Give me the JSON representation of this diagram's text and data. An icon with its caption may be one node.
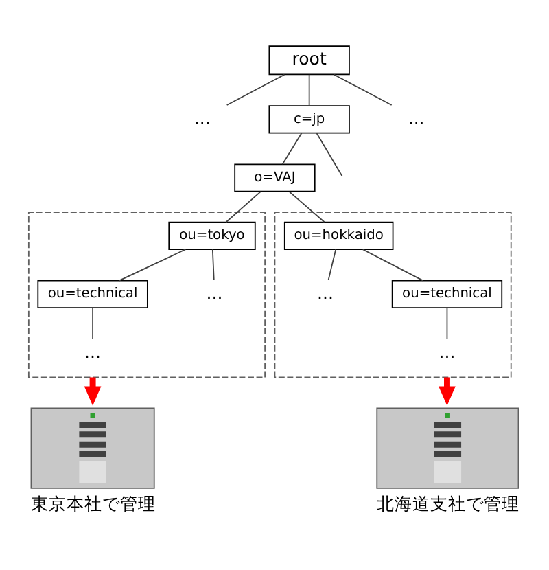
{
  "diagram": {
    "nodes": [
      {
        "text": [
          "root"
        ]
      },
      {
        "text": [
          "..."
        ]
      },
      {
        "text": [
          "c=jp"
        ]
      },
      {
        "text": [
          "..."
        ]
      },
      {
        "text": [
          "o=VAJ"
        ]
      },
      {
        "text": [],
        "shape": "box"
      },
      {
        "text": [
          "ou=tokyo"
        ],
        "in": 5
      },
      {
        "text": [
          "ou=technical"
        ],
        "in": 5
      },
      {
        "text": [
          "..."
        ],
        "in": 5
      },
      {
        "text": [
          "..."
        ],
        "in": 5
      },
      {
        "text": [],
        "shape": "box"
      },
      {
        "text": [
          "ou=hokkaido"
        ],
        "in": 10
      },
      {
        "text": [
          "..."
        ],
        "in": 10
      },
      {
        "text": [
          "ou=technical"
        ],
        "in": 10
      },
      {
        "text": [
          "..."
        ],
        "in": 10
      },
      {
        "text": [],
        "shape": "picture",
        "beside": [
          "東京本社で管理"
        ]
      },
      {
        "text": [],
        "shape": "picture",
        "beside": [
          "北海道支社で管理"
        ]
      }
    ],
    "edges": [
      {
        "from": 0,
        "to": 1,
        "arrow": "none"
      },
      {
        "from": 0,
        "to": 2,
        "arrow": "none"
      },
      {
        "from": 0,
        "to": 3,
        "arrow": "none"
      },
      {
        "from": 2,
        "to": 4,
        "arrow": "none"
      },
      {
        "from": 2,
        "to": null,
        "arrow": "none"
      },
      {
        "from": 4,
        "to": 6,
        "arrow": "none"
      },
      {
        "from": 4,
        "to": 11,
        "arrow": "none"
      },
      {
        "from": 6,
        "to": 7,
        "arrow": "none"
      },
      {
        "from": 6,
        "to": 8,
        "arrow": "none"
      },
      {
        "from": 7,
        "to": 9,
        "arrow": "none"
      },
      {
        "from": 11,
        "to": 12,
        "arrow": "none"
      },
      {
        "from": 11,
        "to": 13,
        "arrow": "none"
      },
      {
        "from": 13,
        "to": 14,
        "arrow": "none"
      },
      {
        "from": 5,
        "to": 15,
        "arrow": "to",
        "style": "thick",
        "color": "#ff0000"
      },
      {
        "from": 10,
        "to": 16,
        "arrow": "to",
        "style": "thick",
        "color": "#ff0000"
      }
    ]
  }
}
